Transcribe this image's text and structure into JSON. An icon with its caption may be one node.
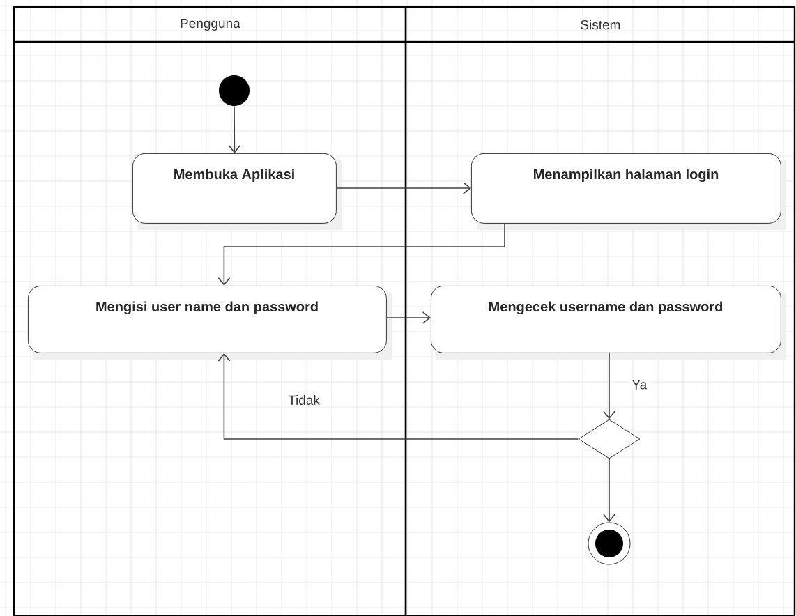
{
  "diagram": {
    "nodes": [
      {
        "text": [
          "Pengguna"
        ]
      },
      {
        "text": [
          "Sistem"
        ]
      },
      {
        "text": [],
        "shape": "circle",
        "in": 0
      },
      {
        "text": [
          "Membuka Aplikasi"
        ],
        "in": 0
      },
      {
        "text": [
          "Menampilkan halaman login"
        ],
        "in": 1
      },
      {
        "text": [
          "Mengisi user name dan password"
        ],
        "in": 0
      },
      {
        "text": [
          "Mengecek username dan password"
        ],
        "in": 1
      },
      {
        "text": [],
        "shape": "diamond",
        "in": 1
      },
      {
        "text": [],
        "shape": "circle",
        "in": 1
      }
    ],
    "edges": [
      {
        "from": 2,
        "to": 3,
        "arrow": "to"
      },
      {
        "from": 3,
        "to": 4,
        "arrow": "to"
      },
      {
        "from": 4,
        "to": 5,
        "arrow": "to"
      },
      {
        "from": 5,
        "to": 6,
        "arrow": "to"
      },
      {
        "from": 6,
        "to": 7,
        "arrow": "to",
        "label": "Ya"
      },
      {
        "from": 7,
        "to": 5,
        "arrow": "to",
        "label": "Tidak"
      },
      {
        "from": 7,
        "to": 8,
        "arrow": "to"
      }
    ]
  }
}
